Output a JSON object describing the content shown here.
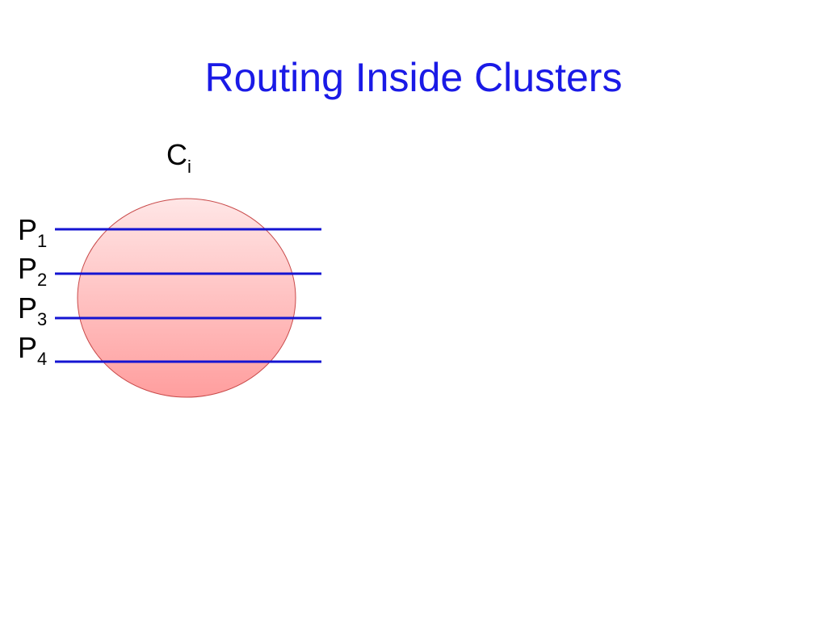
{
  "slide": {
    "title": "Routing Inside Clusters"
  },
  "diagram": {
    "cluster": {
      "label_main": "C",
      "label_sub": "i",
      "fill_top": "#ffe6e6",
      "fill_bottom": "#ff9e9e",
      "stroke": "#c94a4a"
    },
    "paths": [
      {
        "label_main": "P",
        "label_sub": "1"
      },
      {
        "label_main": "P",
        "label_sub": "2"
      },
      {
        "label_main": "P",
        "label_sub": "3"
      },
      {
        "label_main": "P",
        "label_sub": "4"
      }
    ],
    "line_color": "#1414d2",
    "title_color": "#1a1ae6"
  }
}
